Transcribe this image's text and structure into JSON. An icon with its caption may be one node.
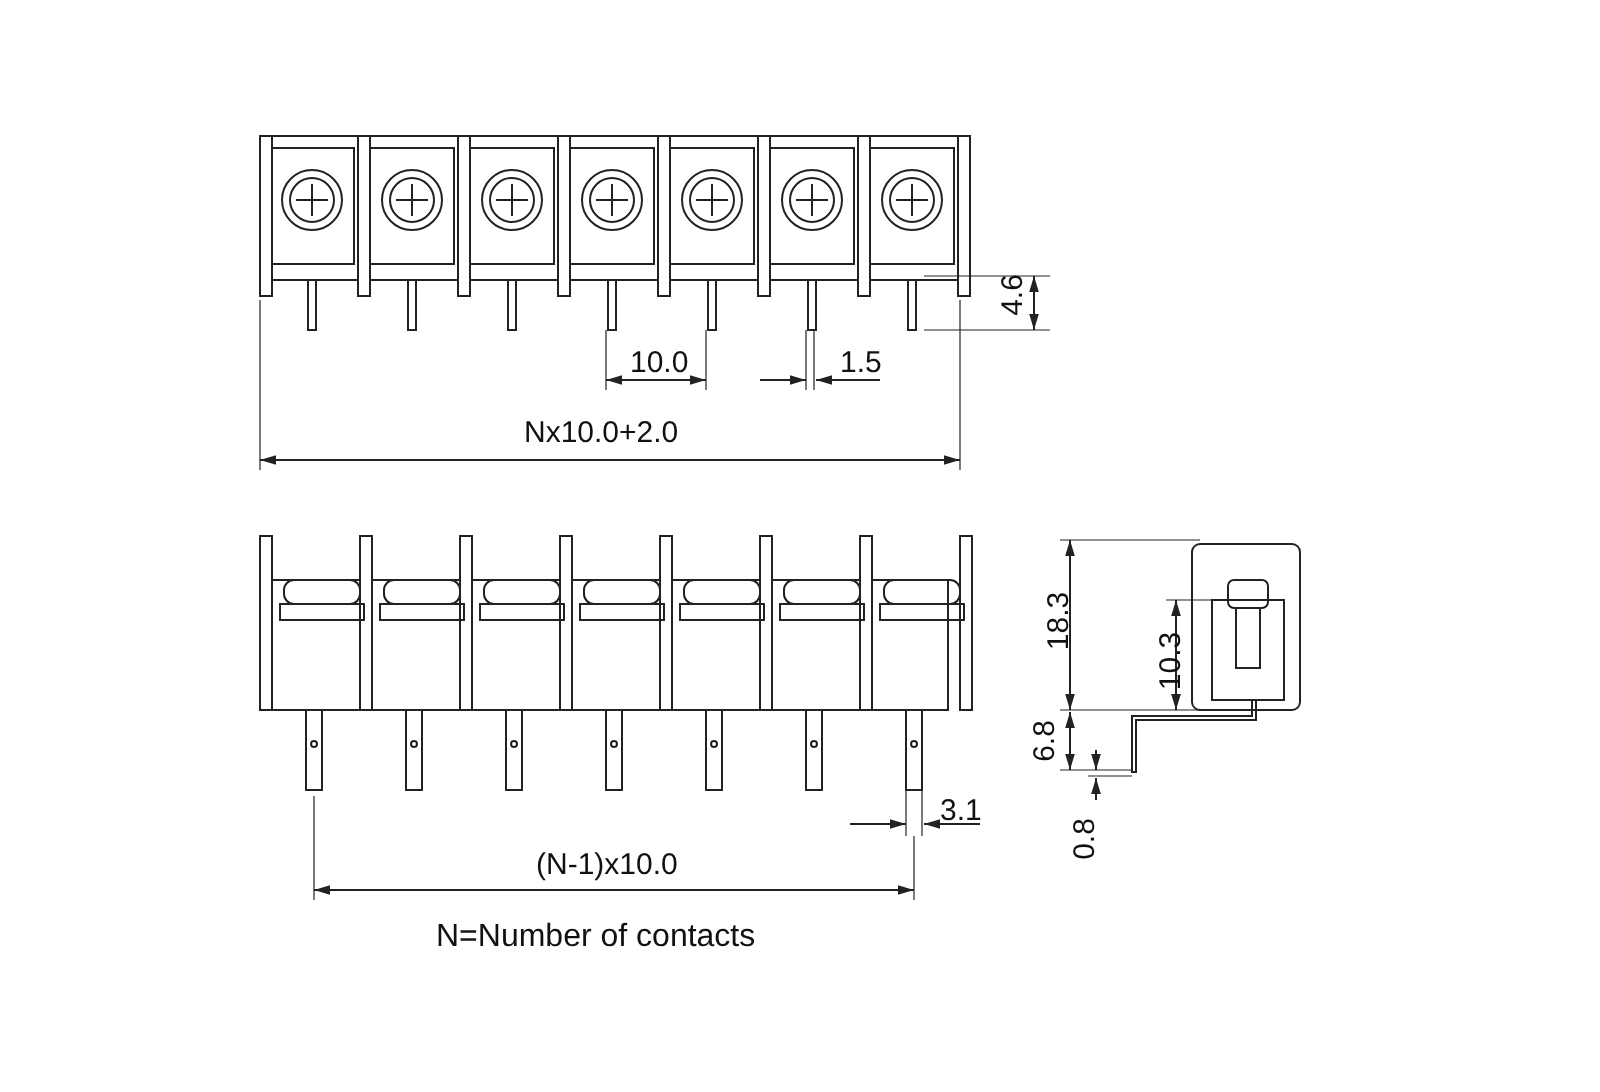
{
  "diagram": {
    "labels": [
      "4.6",
      "10.0",
      "1.5",
      "Nx10.0+2.0",
      "18.3",
      "10.3",
      "6.8",
      "0.8",
      "3.1",
      "(N-1)x10.0",
      "N=Number of contacts"
    ]
  }
}
